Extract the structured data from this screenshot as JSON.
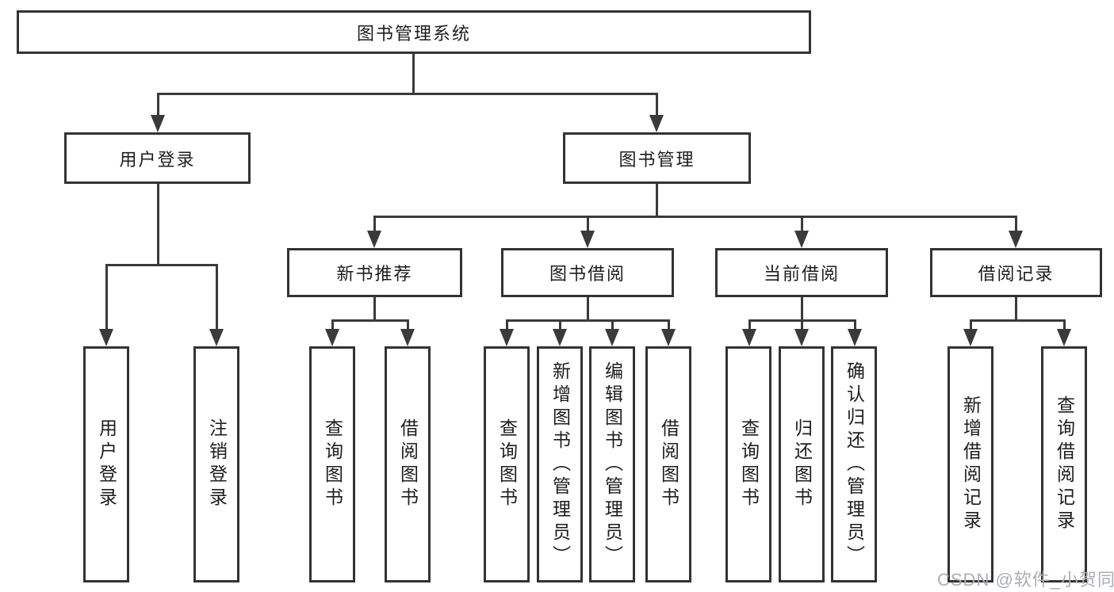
{
  "nodes": {
    "root": {
      "label": "图书管理系统"
    },
    "level2": [
      {
        "label": "用户登录"
      },
      {
        "label": "图书管理"
      }
    ],
    "level3": [
      {
        "label": "新书推荐",
        "parent": "图书管理"
      },
      {
        "label": "图书借阅",
        "parent": "图书管理"
      },
      {
        "label": "当前借阅",
        "parent": "图书管理"
      },
      {
        "label": "借阅记录",
        "parent": "图书管理"
      }
    ],
    "leaves": [
      {
        "label": "用户登录",
        "parent": "用户登录"
      },
      {
        "label": "注销登录",
        "parent": "用户登录"
      },
      {
        "label": "查询图书",
        "parent": "新书推荐"
      },
      {
        "label": "借阅图书",
        "parent": "新书推荐"
      },
      {
        "label": "查询图书",
        "parent": "图书借阅"
      },
      {
        "label": "新增图书（管理员）",
        "parent": "图书借阅"
      },
      {
        "label": "编辑图书（管理员）",
        "parent": "图书借阅"
      },
      {
        "label": "借阅图书",
        "parent": "图书借阅"
      },
      {
        "label": "查询图书",
        "parent": "当前借阅"
      },
      {
        "label": "归还图书",
        "parent": "当前借阅"
      },
      {
        "label": "确认归还（管理员）",
        "parent": "当前借阅"
      },
      {
        "label": "新增借阅记录",
        "parent": "借阅记录"
      },
      {
        "label": "查询借阅记录",
        "parent": "借阅记录"
      }
    ]
  },
  "watermark": {
    "text": "CSDN @软件_小贺同学"
  },
  "colors": {
    "line": "#3a3a3a",
    "box_border": "#333333",
    "text": "#1d1d1d",
    "background": "#ffffff",
    "watermark": "#a9afb6"
  }
}
